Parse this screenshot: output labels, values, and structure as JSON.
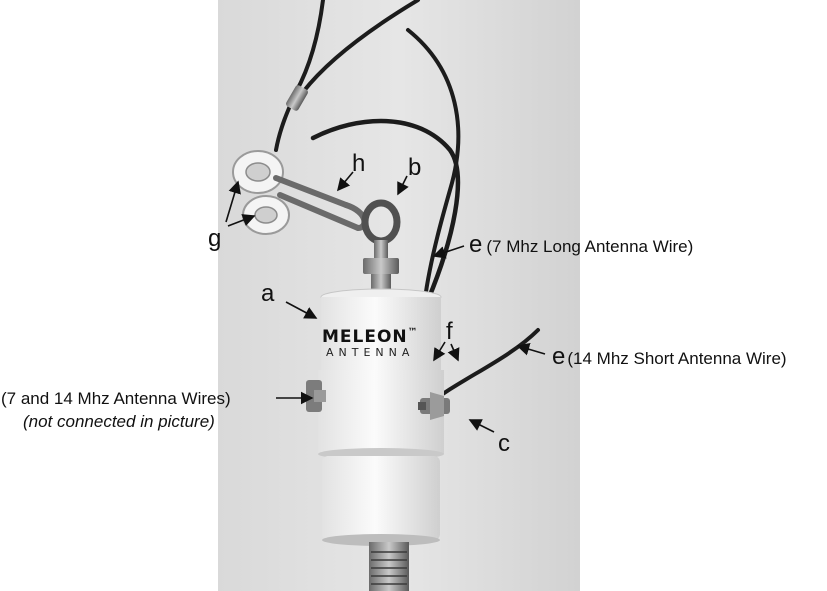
{
  "photo": {
    "brand_main": "MELEON",
    "brand_tm": "™",
    "brand_sub": "ANTENNA"
  },
  "labels": {
    "a": "a",
    "b": "b",
    "c": "c",
    "e_long": "e",
    "e_long_desc": "(7 Mhz  Long Antenna Wire)",
    "e_short": "e",
    "e_short_desc": "(14 Mhz Short Antenna Wire)",
    "f": "f",
    "g": "g",
    "h": "h",
    "side_note_line1": "(7 and 14 Mhz Antenna Wires)",
    "side_note_line2": "(not connected in picture)"
  }
}
